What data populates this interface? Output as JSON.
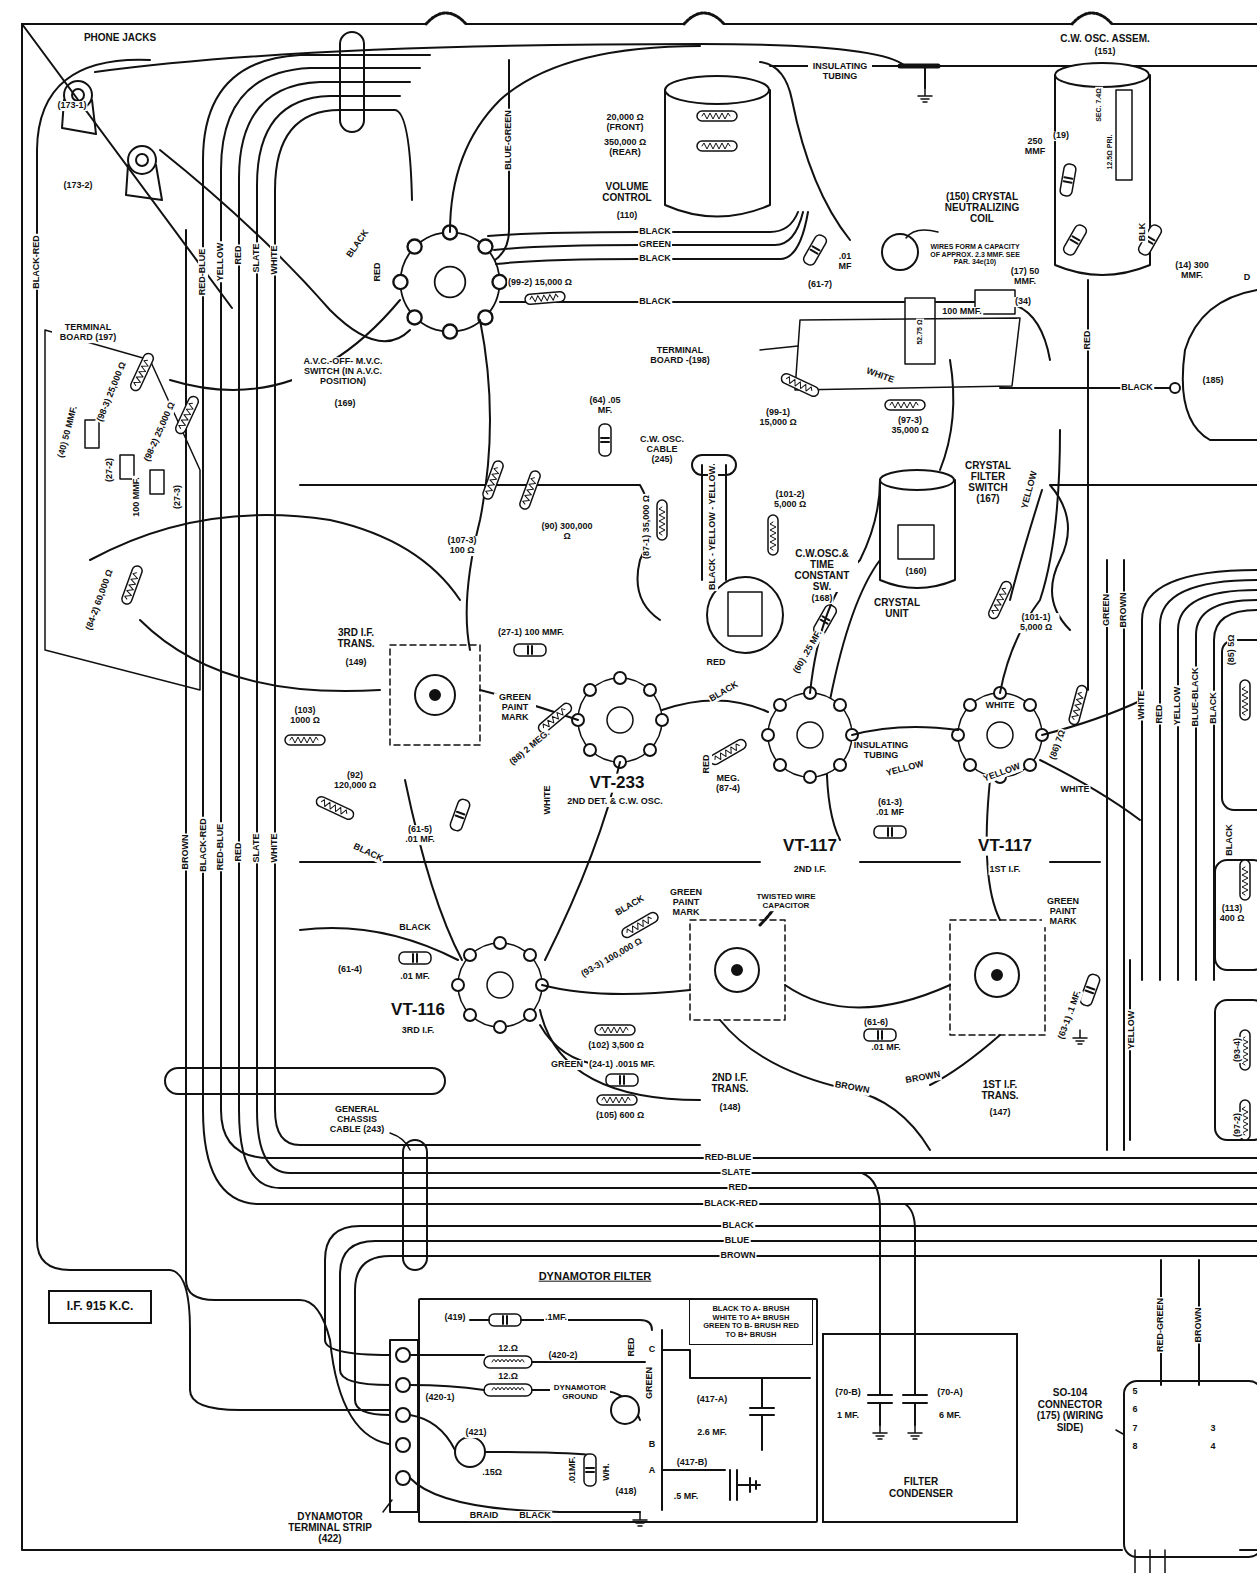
{
  "diagram": {
    "nodes": [
      {
        "text": [
          "I.F. 915 K.C."
        ]
      },
      {
        "text": [
          "DYNAMOTOR FILTER"
        ]
      },
      {
        "text": [
          "BLACK TO A- BRUSH WHITE TO A+ BRUSH GREEN TO B- BRUSH RED TO B+ BRUSH"
        ],
        "in": 1
      },
      {
        "text": [
          "(70-B)",
          "1 MF.",
          "(70-A)",
          "6 MF.",
          "FILTER CONDENSER"
        ]
      },
      {
        "text": [
          "SO-104 CONNECTOR (175) (WIRING SIDE)"
        ]
      }
    ],
    "labels": [
      "PHONE JACKS",
      "C.W. OSC. ASSEM.",
      "(151)",
      "(173-1)",
      "(173-2)",
      "BLACK-RED",
      "RED-BLUE",
      "YELLOW",
      "RED",
      "SLATE",
      "WHITE",
      "TERMINAL BOARD (197)",
      "(98-3) 25,000 Ω",
      "(98-2) 25,000 Ω",
      "(40) 50 MMF.",
      "(27-2)",
      "100 MMF.",
      "(27-3)",
      "(84-2) 60,000 Ω",
      "RED",
      "BLACK",
      "BLUE-GREEN",
      "INSULATING TUBING",
      "20,000 Ω (FRONT)",
      "350,000 Ω (REAR)",
      "VOLUME CONTROL",
      "(110)",
      "BLACK",
      "GREEN",
      "BLACK",
      ".01 MF",
      "(61-7)",
      "A.V.C.-OFF- M.V.C. SWITCH (IN A.V.C. POSITION)",
      "(169)",
      "(99-2) 15,000 Ω",
      "BLACK",
      "(150) CRYSTAL NEUTRALIZING COIL",
      "WIRES FORM A CAPACITY OF APPROX. 2.3 MMF. SEE PAR. 34e(10)",
      "250 MMF",
      "(19)",
      "SEC. 7.4Ω",
      "12.5Ω PRI.",
      "BLK",
      "(17) 50 MMF.",
      "(14) 300 MMF.",
      "100 MMF.",
      "(34)",
      "52.75 Ω",
      "RED",
      "BLACK",
      "(185)",
      "TERMINAL BOARD -(198)",
      "(64) .05 MF.",
      "WHITE",
      "(99-1) 15,000 Ω",
      "(97-3) 35,000 Ω",
      "C.W. OSC. CABLE (245)",
      "(87-1) 35,000 Ω",
      "BLACK - YELLOW - YELLOW",
      "(101-2) 5,000 Ω",
      "CRYSTAL FILTER SWITCH (167)",
      "YELLOW",
      "C.W.OSC.& TIME CONSTANT SW.",
      "(168)",
      "(160)",
      "CRYSTAL UNIT",
      "(60) .25 MF.",
      "(101-1) 5,000 Ω",
      "GREEN",
      "BROWN",
      "(107-3) 100 Ω",
      "(90) 300,000 Ω",
      "3RD I.F. TRANS.",
      "(149)",
      "(27-1) 100 MMF.",
      "GREEN PAINT MARK",
      "(103) 1000 Ω",
      "RED",
      "BLACK",
      "(88) 2 MEG.",
      "VT-233",
      "2ND DET. & C.W. OSC.",
      "WHITE",
      "WHITE",
      "RED",
      "YELLOW",
      "BLUE-BLACK",
      "BLACK",
      "(85) 5Ω",
      "(86) 7Ω",
      "INSULATING TUBING",
      "YELLOW",
      "YELLOW",
      "WHITE",
      "RED",
      "MEG. (87-4)",
      "(61-3) .01 MF",
      "VT-117",
      "2ND I.F.",
      "VT-117",
      "1ST I.F.",
      "BLACK",
      "(92) 120,000 Ω",
      "(61-5) .01 MF.",
      "BLACK",
      "WHITE",
      "BLACK",
      "(61-4)",
      ".01 MF.",
      "VT-116",
      "3RD I.F.",
      "GREEN PAINT MARK",
      "TWISTED WIRE CAPACITOR",
      "BLACK",
      "(93-3) 100,000 Ω",
      "GREEN PAINT MARK",
      "(113) 400 Ω",
      "(102) 3,500 Ω",
      "(61-6)",
      ".01 MF.",
      "GREEN",
      "(24-1) .0015 MF.",
      "2ND I.F. TRANS.",
      "(148)",
      "BROWN",
      "BROWN",
      "1ST I.F. TRANS.",
      "(147)",
      "(63-1) .1 MF.",
      "YELLOW",
      "(93-4)",
      "(97-2)",
      "(105) 600 Ω",
      "GENERAL CHASSIS CABLE (243)",
      "BROWN",
      "BLACK-RED",
      "RED-BLUE",
      "RED",
      "SLATE",
      "WHITE",
      "RED-BLUE",
      "SLATE",
      "RED",
      "BLACK-RED",
      "BLACK",
      "BLUE",
      "BROWN",
      "(419)",
      ".1MF.",
      "12.Ω",
      "(420-2)",
      "12.Ω",
      "DYNAMOTOR GROUND",
      "(420-1)",
      "(421)",
      ".15Ω",
      ".01MF.",
      "(418)",
      "BRAID",
      "BLACK",
      "WH.",
      "GREEN",
      "RED",
      "C",
      "B",
      "A",
      "(417-A)",
      "2.6 MF.",
      "(417-B)",
      ".5 MF.",
      "DYNAMOTOR TERMINAL STRIP (422)",
      "RED-GREEN",
      "BROWN",
      "5",
      "6",
      "7",
      "8",
      "3",
      "4",
      "D"
    ]
  }
}
